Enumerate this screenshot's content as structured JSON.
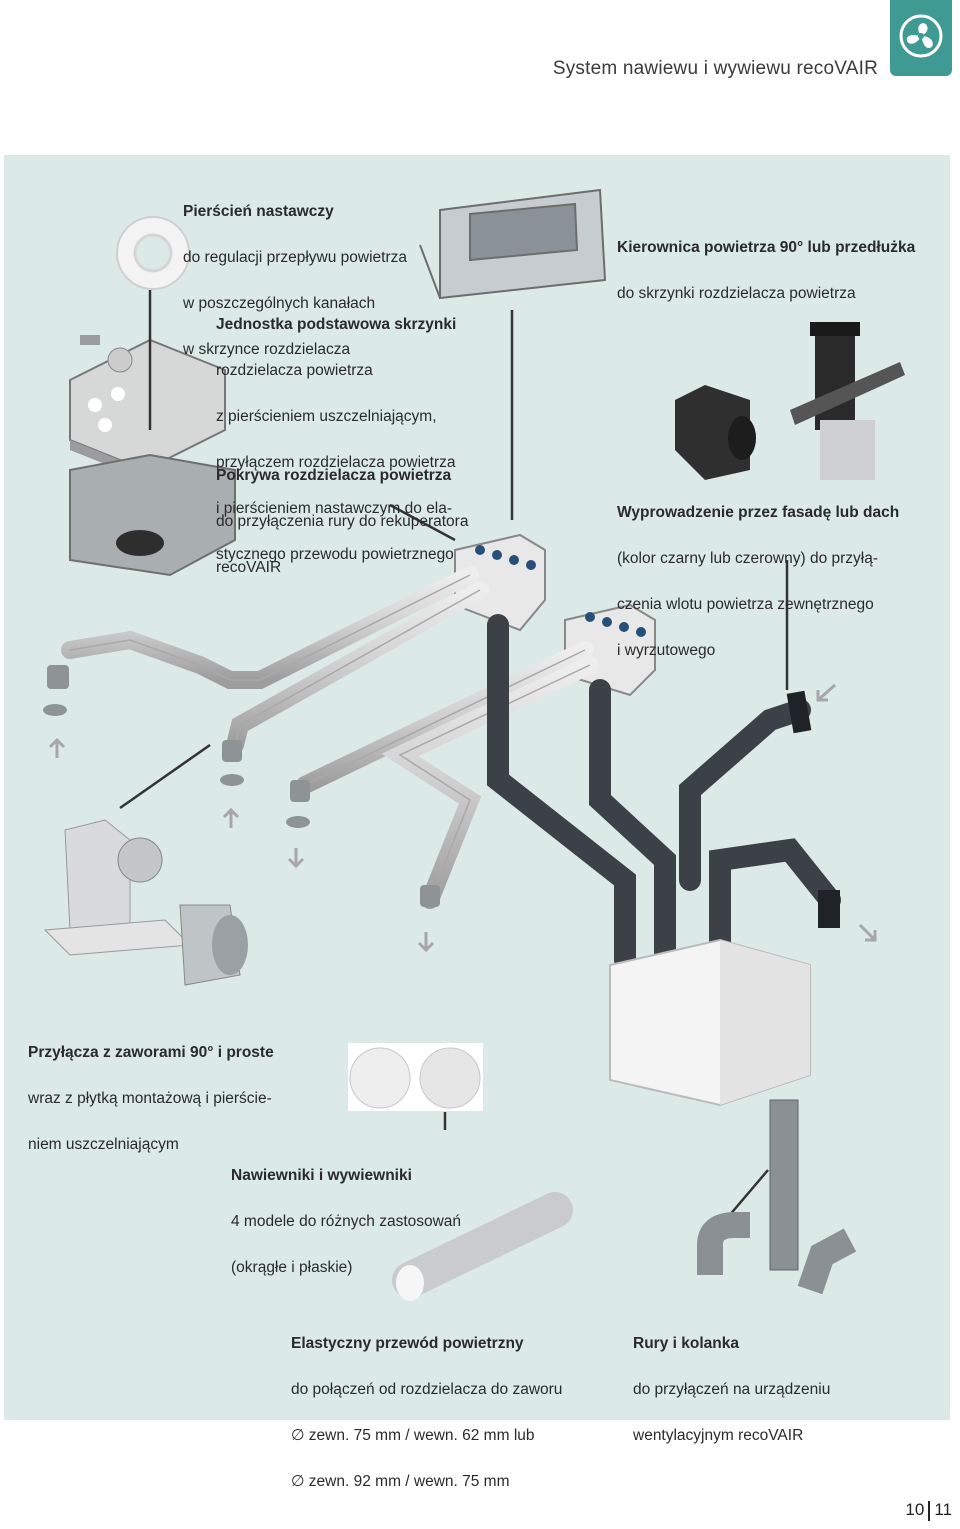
{
  "header": {
    "title": "System nawiewu i wywiewu recoVAIR",
    "icon": "fan-icon",
    "accent": "#3f9a93"
  },
  "panel": {
    "background": "#dbeae6"
  },
  "labels": {
    "ring": {
      "title": "Pierścień nastawczy",
      "lines": [
        "do regulacji przepływu powietrza",
        "w poszczególnych kanałach",
        "w skrzynce rozdzielacza"
      ]
    },
    "base_unit": {
      "title": "Jednostka podstawowa skrzynki",
      "lines": [
        "rozdzielacza powietrza",
        "z pierścieniem uszczelniającym,",
        "przyłączem rozdzielacza powietrza",
        "i pierścieniem nastawczym do ela-",
        "stycznego przewodu powietrznego"
      ]
    },
    "cover": {
      "title": "Pokrywa rozdzielacza powietrza",
      "lines": [
        "do przyłączenia rury do rekuperatora",
        "recoVAIR"
      ]
    },
    "guide": {
      "title": "Kierownica powietrza 90° lub przedłużka",
      "lines": [
        "do skrzynki rozdzielacza powietrza"
      ]
    },
    "roof": {
      "title": "Wyprowadzenie przez fasadę lub dach",
      "lines": [
        "(kolor czarny lub czerowny) do przyłą-",
        "czenia wlotu powietrza zewnętrznego",
        "i wyrzutowego"
      ]
    },
    "valves": {
      "title": "Przyłącza z zaworami 90° i proste",
      "lines": [
        "wraz z płytką montażową i pierście-",
        "niem uszczelniającym"
      ]
    },
    "diffusers": {
      "title": "Nawiewniki i wywiewniki",
      "lines": [
        "4 modele do różnych zastosowań",
        "(okrągłe i płaskie)"
      ]
    },
    "flex_duct": {
      "title": "Elastyczny przewód powietrzny",
      "lines": [
        "do połączeń od rozdzielacza do zaworu",
        "∅ zewn. 75 mm / wewn. 62 mm lub",
        "∅ zewn. 92 mm / wewn. 75 mm"
      ]
    },
    "pipes": {
      "title": "Rury i kolanka",
      "lines": [
        "do przyłączeń na urządzeniu",
        "wentylacyjnym recoVAIR"
      ]
    }
  },
  "page_number": {
    "left": "10",
    "right": "11"
  }
}
